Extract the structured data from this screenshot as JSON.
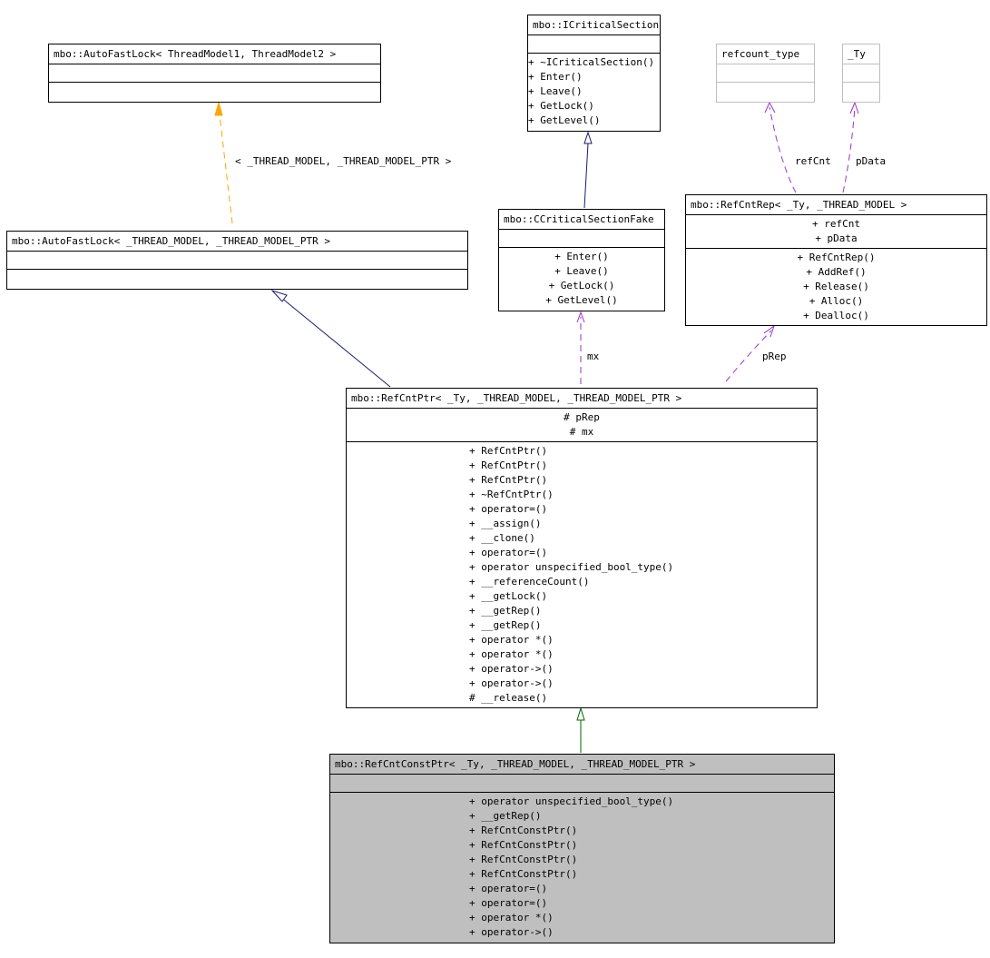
{
  "classes": {
    "auto_fast_lock_tm": {
      "title": "mbo::AutoFastLock< ThreadModel1, ThreadModel2 >",
      "attributes": [],
      "methods": []
    },
    "auto_fast_lock_thread_model": {
      "title": "mbo::AutoFastLock< _THREAD_MODEL, _THREAD_MODEL_PTR >",
      "attributes": [],
      "methods": []
    },
    "icritical_section": {
      "title": "mbo::ICriticalSection",
      "attributes": [],
      "methods": [
        "+ ~ICriticalSection()",
        "+ Enter()",
        "+ Leave()",
        "+ GetLock()",
        "+ GetLevel()"
      ]
    },
    "ccritical_section_fake": {
      "title": "mbo::CCriticalSectionFake",
      "attributes": [],
      "methods": [
        "+ Enter()",
        "+ Leave()",
        "+ GetLock()",
        "+ GetLevel()"
      ]
    },
    "refcount_type": {
      "title": "refcount_type",
      "attributes": [],
      "methods": []
    },
    "ty": {
      "title": "_Ty",
      "attributes": [],
      "methods": []
    },
    "ref_cnt_rep": {
      "title": "mbo::RefCntRep< _Ty, _THREAD_MODEL >",
      "attributes": [
        "+ refCnt",
        "+ pData"
      ],
      "methods": [
        "+ RefCntRep()",
        "+ AddRef()",
        "+ Release()",
        "+ Alloc()",
        "+ Dealloc()"
      ]
    },
    "ref_cnt_ptr": {
      "title": "mbo::RefCntPtr< _Ty, _THREAD_MODEL, _THREAD_MODEL_PTR >",
      "attributes": [
        "# pRep",
        "# mx"
      ],
      "methods": [
        "+ RefCntPtr()",
        "+ RefCntPtr()",
        "+ RefCntPtr()",
        "+ ~RefCntPtr()",
        "+ operator=()",
        "+ __assign()",
        "+ __clone()",
        "+ operator=()",
        "+ operator unspecified_bool_type()",
        "+ __referenceCount()",
        "+ __getLock()",
        "+ __getRep()",
        "+ __getRep()",
        "+ operator *()",
        "+ operator *()",
        "+ operator->()",
        "+ operator->()",
        "# __release()"
      ]
    },
    "ref_cnt_const_ptr": {
      "title": "mbo::RefCntConstPtr< _Ty, _THREAD_MODEL, _THREAD_MODEL_PTR >",
      "attributes": [],
      "methods": [
        "+ operator unspecified_bool_type()",
        "+ __getRep()",
        "+ RefCntConstPtr()",
        "+ RefCntConstPtr()",
        "+ RefCntConstPtr()",
        "+ RefCntConstPtr()",
        "+ operator=()",
        "+ operator=()",
        "+ operator *()",
        "+ operator->()"
      ]
    }
  },
  "edge_labels": {
    "template_args": "< _THREAD_MODEL, _THREAD_MODEL_PTR >",
    "ref_cnt": "refCnt",
    "p_data": "pData",
    "mx": "mx",
    "p_rep": "pRep"
  },
  "colors": {
    "inheritance": "#191970",
    "template_instance": "#ffa500",
    "usage": "#9a32cd",
    "public_inheritance": "#006400",
    "focus_fill": "#bfbfbf",
    "ghost_border": "#bfbfbf"
  }
}
